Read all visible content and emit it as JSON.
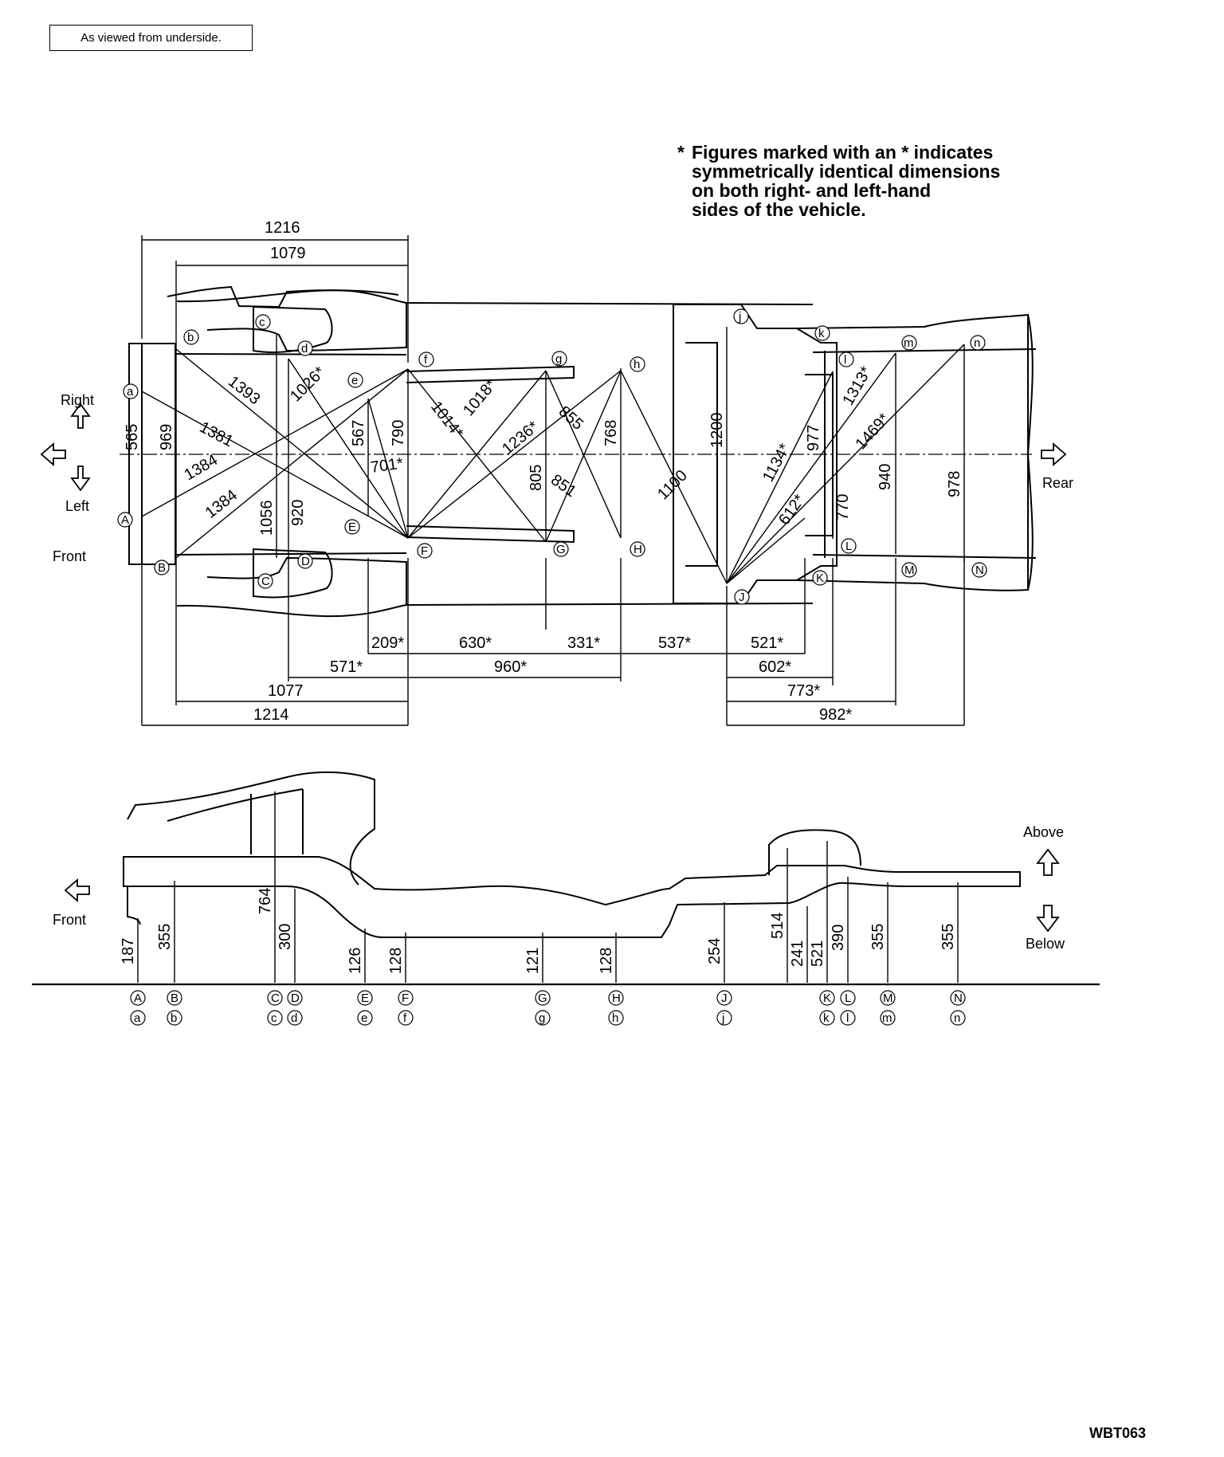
{
  "header": {
    "view_note": "As viewed from underside.",
    "footnote_lines": [
      "Figures marked with an * indicates",
      "symmetrically identical dimensions",
      "on both right- and left-hand",
      "sides of the vehicle."
    ],
    "footnote_mark": "*"
  },
  "orientation": {
    "right": "Right",
    "left": "Left",
    "front_top": "Front",
    "rear": "Rear",
    "front_side": "Front",
    "above": "Above",
    "below": "Below"
  },
  "plan_view": {
    "top_dims": [
      "1216",
      "1079"
    ],
    "vertical_dims": [
      "565",
      "969",
      "1056",
      "920",
      "567",
      "790",
      "805",
      "768",
      "1200",
      "977",
      "770",
      "940",
      "978"
    ],
    "diagonal_dims": [
      "1393",
      "1026*",
      "1381",
      "1384",
      "1384",
      "701*",
      "1014*",
      "1018*",
      "1236*",
      "855",
      "851",
      "1100",
      "1134*",
      "612*",
      "1313*",
      "1469*"
    ],
    "bottom_dims_row1": [
      "209*",
      "630*",
      "331*",
      "537*",
      "521*"
    ],
    "bottom_dims_row2": [
      "571*",
      "960*",
      "602*"
    ],
    "bottom_dims_row3": [
      "1077",
      "773*"
    ],
    "bottom_dims_row4": [
      "1214",
      "982*"
    ],
    "upper_points": [
      "a",
      "b",
      "c",
      "d",
      "e",
      "f",
      "g",
      "h",
      "j",
      "k",
      "l",
      "m",
      "n"
    ],
    "lower_points": [
      "A",
      "B",
      "C",
      "D",
      "E",
      "F",
      "G",
      "H",
      "J",
      "K",
      "L",
      "M",
      "N"
    ]
  },
  "side_view": {
    "heights": [
      "187",
      "355",
      "764",
      "300",
      "126",
      "128",
      "121",
      "128",
      "254",
      "514",
      "241",
      "521",
      "390",
      "355",
      "355"
    ],
    "station_labels_upper": [
      "A",
      "B",
      "C",
      "D",
      "E",
      "F",
      "G",
      "H",
      "J",
      "K",
      "L",
      "M",
      "N"
    ],
    "station_labels_lower": [
      "a",
      "b",
      "c",
      "d",
      "e",
      "f",
      "g",
      "h",
      "j",
      "k",
      "l",
      "m",
      "n"
    ]
  },
  "figure_code": "WBT063"
}
